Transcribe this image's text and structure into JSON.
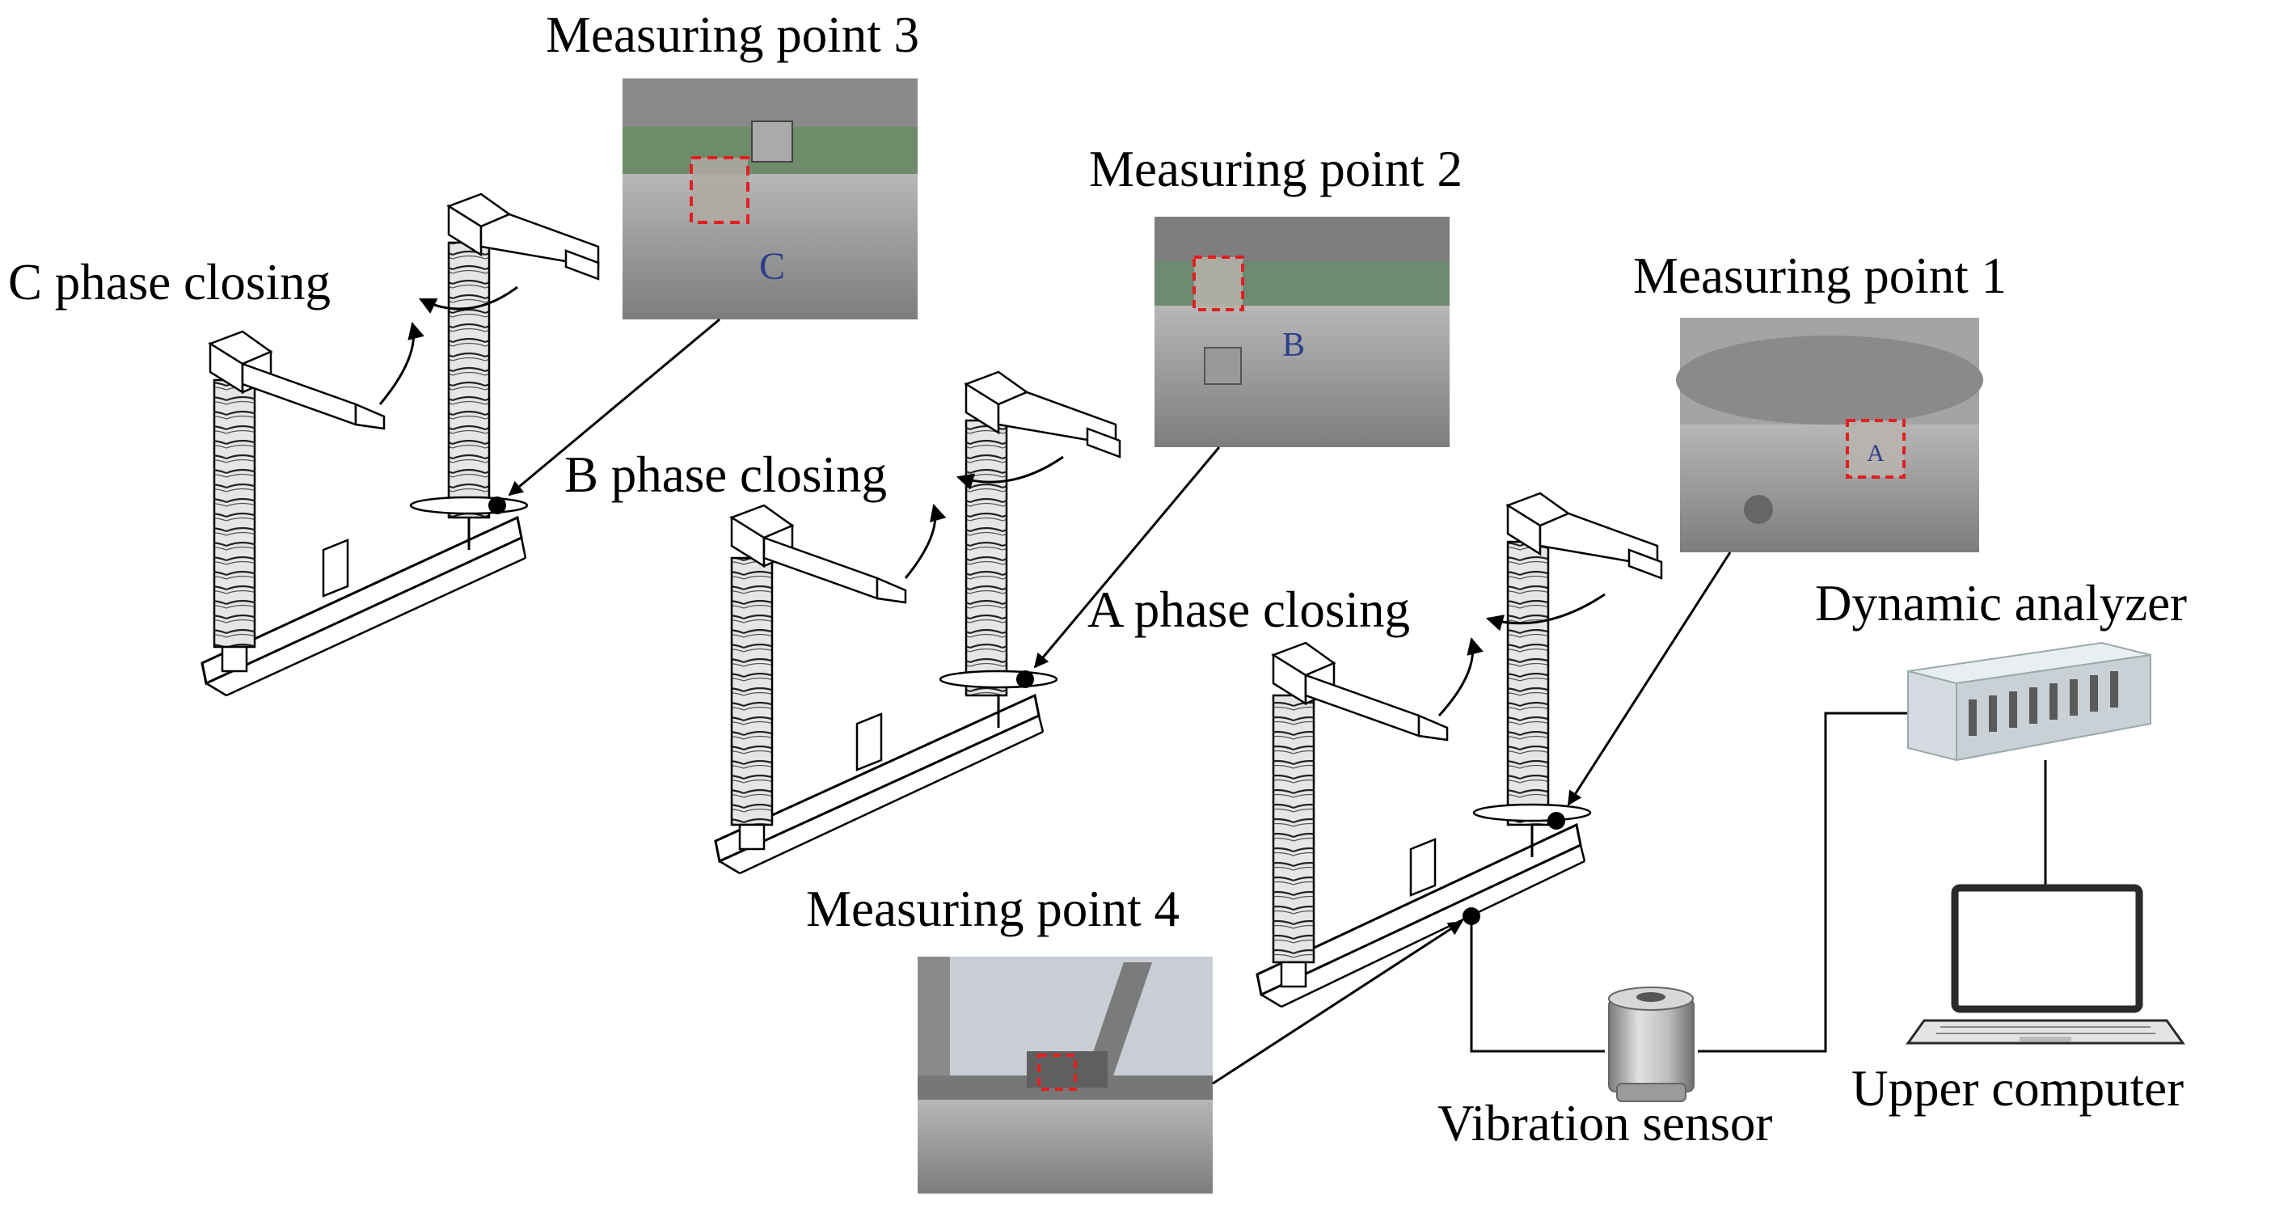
{
  "measuring_points": {
    "p1": "Measuring point 1",
    "p2": "Measuring point 2",
    "p3": "Measuring point 3",
    "p4": "Measuring point 4"
  },
  "phases": {
    "a": "A phase closing",
    "b": "B phase closing",
    "c": "C phase closing"
  },
  "devices": {
    "analyzer": "Dynamic analyzer",
    "sensor": "Vibration sensor",
    "computer": "Upper computer"
  },
  "photo_marks": {
    "p1": "A",
    "p2": "B",
    "p3": "C"
  },
  "colors": {
    "marker": "#e02020",
    "line": "#000000",
    "photo_metal": "#8e8e8e",
    "photo_sky": "#cfd6dc"
  }
}
